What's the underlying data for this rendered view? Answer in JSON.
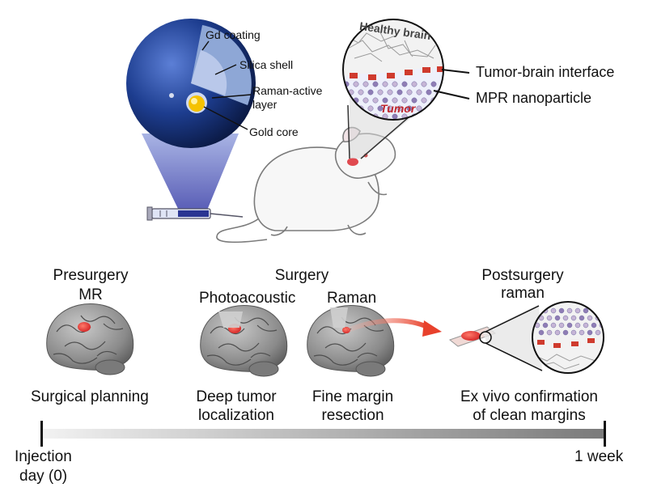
{
  "nanoparticle": {
    "labels": {
      "gd_coating": "Gd coating",
      "silica_shell": "Silica shell",
      "raman_active": "Raman-active layer",
      "raman_active_line1": "Raman-active",
      "raman_active_line2": "layer",
      "gold_core": "Gold core"
    },
    "colors": {
      "coating": "#1d3d8f",
      "shell": "#8ea7d6",
      "core": "#f5c200"
    }
  },
  "zoom": {
    "healthy_label": "Healthy brain",
    "tumor_label": "Tumor",
    "callouts": {
      "interface": "Tumor-brain interface",
      "nanoparticle": "MPR nanoparticle"
    }
  },
  "stages": [
    {
      "id": "presurgery",
      "title_line1": "Presurgery",
      "title_line2": "MR",
      "caption_line1": "Surgical planning",
      "caption_line2": ""
    },
    {
      "id": "surgery",
      "group_title": "Surgery",
      "substages": [
        {
          "id": "photoacoustic",
          "title": "Photoacoustic",
          "caption_line1": "Deep tumor",
          "caption_line2": "localization"
        },
        {
          "id": "raman",
          "title": "Raman",
          "caption_line1": "Fine margin",
          "caption_line2": "resection"
        }
      ]
    },
    {
      "id": "postsurgery",
      "title_line1": "Postsurgery",
      "title_line2": "raman",
      "caption_line1": "Ex vivo confirmation",
      "caption_line2": "of clean margins"
    }
  ],
  "timeline": {
    "start_line1": "Injection",
    "start_line2": "day (0)",
    "end": "1 week"
  },
  "colors": {
    "tumor_red": "#d62b2b",
    "arrow_red": "#e8412c",
    "brain_gray": "#8d8d8d"
  }
}
